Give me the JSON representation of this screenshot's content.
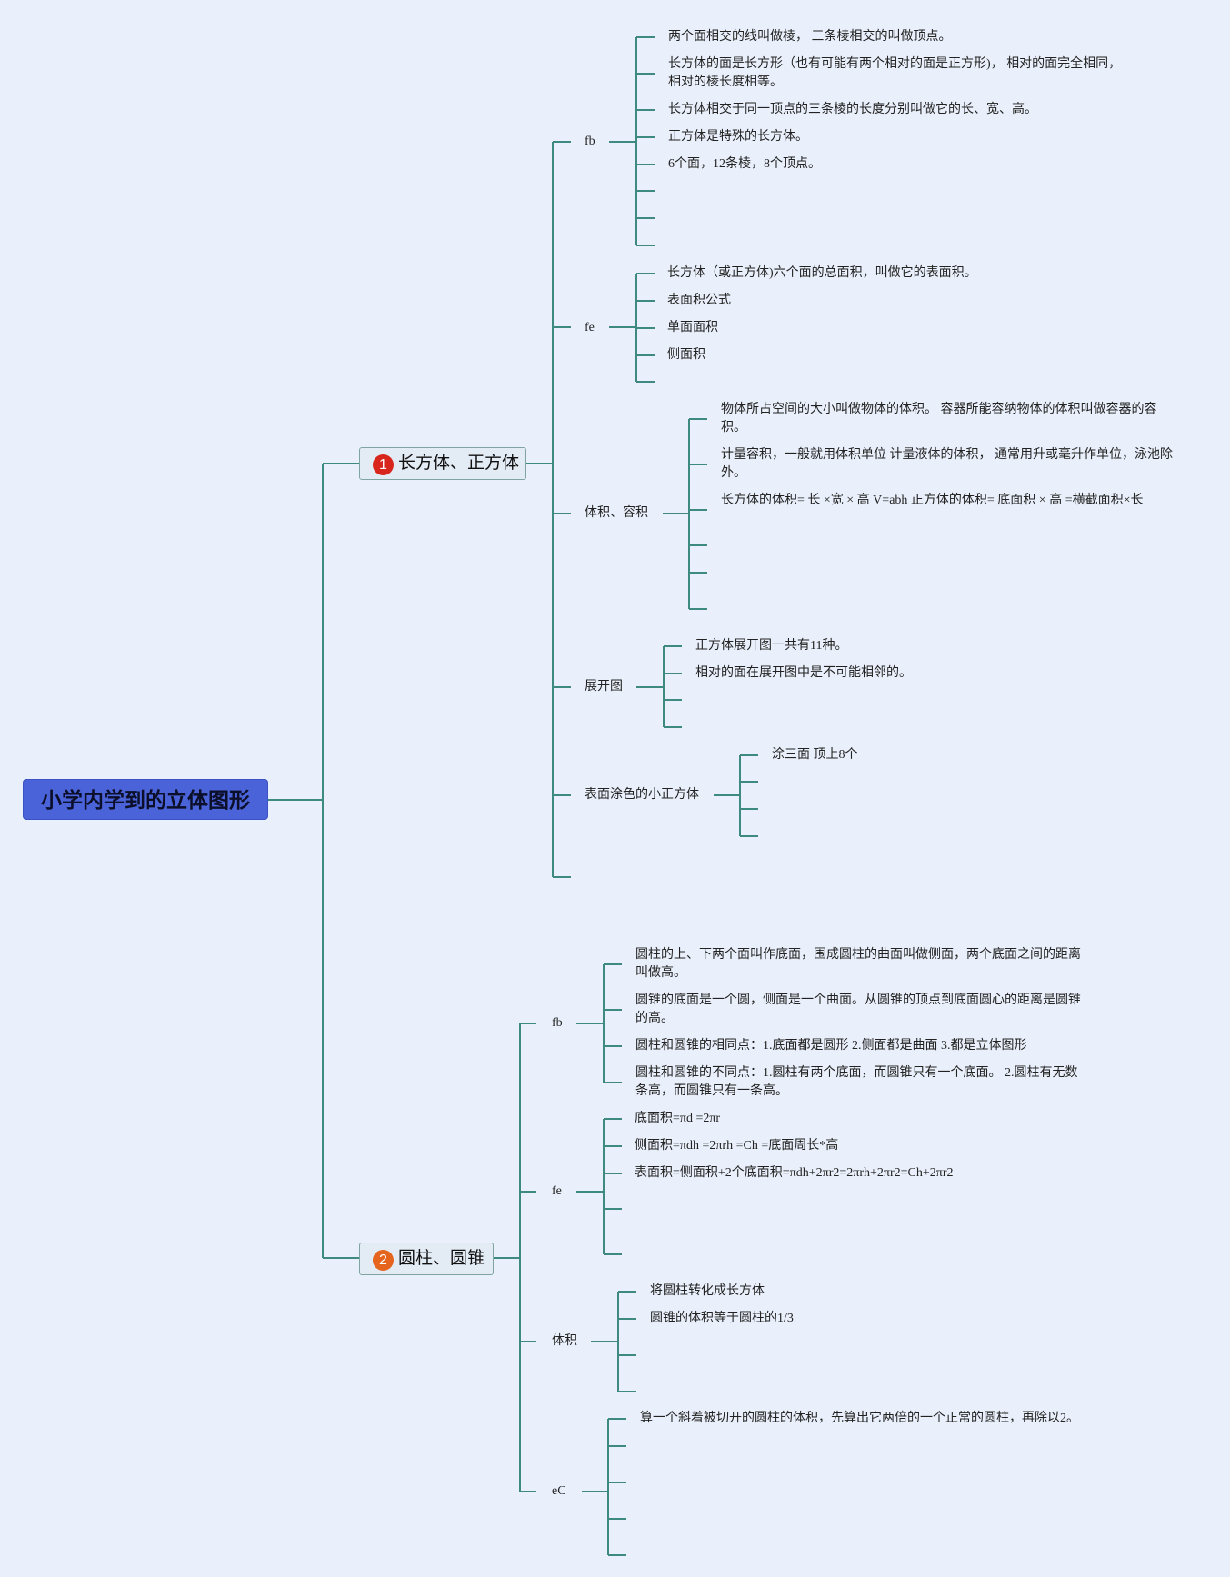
{
  "colors": {
    "line": "#3f8a80",
    "root_bg": "#4a63d8",
    "badge1": "#d9261c",
    "badge2": "#e5641e",
    "background": "#eaf0fb"
  },
  "root": {
    "label": "小学内学到的立体图形"
  },
  "topic1": {
    "badge": "1",
    "label": "长方体、正方体",
    "fb": {
      "label": "fb",
      "items": [
        "两个面相交的线叫做棱， 三条棱相交的叫做顶点。",
        "长方体的面是长方形（也有可能有两个相对的面是正方形)， 相对的面完全相同，相对的棱长度相等。",
        "长方体相交于同一顶点的三条棱的长度分别叫做它的长、宽、高。",
        "正方体是特殊的长方体。",
        "6个面，12条棱，8个顶点。"
      ]
    },
    "fe": {
      "label": "fe",
      "items": [
        "长方体（或正方体)六个面的总面积，叫做它的表面积。",
        "表面积公式",
        "单面面积",
        "侧面积"
      ]
    },
    "volume": {
      "label": "体积、容积",
      "items": [
        "物体所占空间的大小叫做物体的体积。 容器所能容纳物体的体积叫做容器的容积。",
        "计量容积，一般就用体积单位 计量液体的体积， 通常用升或毫升作单位，泳池除外。",
        "长方体的体积=  长  ×宽  × 高 V=abh 正方体的体积=  底面积  × 高 =横截面积×长"
      ]
    },
    "net": {
      "label": "展开图",
      "items": [
        "正方体展开图一共有11种。",
        "相对的面在展开图中是不可能相邻的。"
      ]
    },
    "painted": {
      "label": "表面涂色的小正方体",
      "items": [
        "涂三面 顶上8个"
      ]
    }
  },
  "topic2": {
    "badge": "2",
    "label": "圆柱、圆锥",
    "fb": {
      "label": "fb",
      "items": [
        "圆柱的上、下两个面叫作底面，围成圆柱的曲面叫做侧面，两个底面之间的距离叫做高。",
        "圆锥的底面是一个圆，侧面是一个曲面。从圆锥的顶点到底面圆心的距离是圆锥的高。",
        "圆柱和圆锥的相同点：1.底面都是圆形 2.侧面都是曲面 3.都是立体图形",
        "圆柱和圆锥的不同点：1.圆柱有两个底面，而圆锥只有一个底面。 2.圆柱有无数条高，而圆锥只有一条高。"
      ]
    },
    "fe": {
      "label": "fe",
      "items": [
        "底面积=πd =2πr",
        "侧面积=πdh =2πrh =Ch =底面周长*高",
        "表面积=侧面积+2个底面积=πdh+2πr2=2πrh+2πr2=Ch+2πr2"
      ]
    },
    "volume": {
      "label": "体积",
      "items": [
        "将圆柱转化成长方体",
        "圆锥的体积等于圆柱的1/3"
      ]
    },
    "ec": {
      "label": "eC",
      "items": [
        "算一个斜着被切开的圆柱的体积，先算出它两倍的一个正常的圆柱，再除以2。"
      ]
    }
  }
}
